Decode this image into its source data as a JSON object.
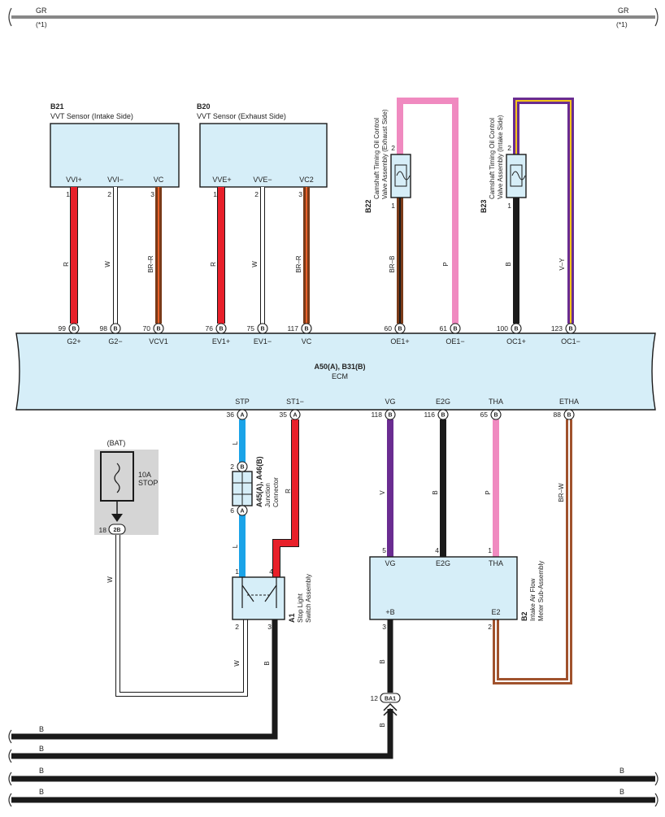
{
  "ground_bus_label": "GR",
  "ground_bus_note": "(*1)",
  "components": {
    "b21": {
      "code": "B21",
      "name": "VVT Sensor (Intake Side)",
      "terminals": [
        "VVI+",
        "VVI−",
        "VC"
      ],
      "pins": [
        "1",
        "2",
        "3"
      ]
    },
    "b20": {
      "code": "B20",
      "name": "VVT Sensor (Exhaust Side)",
      "terminals": [
        "VVE+",
        "VVE−",
        "VC2"
      ],
      "pins": [
        "1",
        "2",
        "3"
      ]
    },
    "b22": {
      "code": "B22",
      "name_line1": "Camshaft Timing Oil Control",
      "name_line2": "Valve Assembly (Exhaust Side)",
      "pins": [
        "2",
        "1"
      ]
    },
    "b23": {
      "code": "B23",
      "name_line1": "Camshaft Timing Oil Control",
      "name_line2": "Valve Assembly (Intake Side)",
      "pins": [
        "2",
        "1"
      ]
    },
    "ecm": {
      "code": "A50(A), B31(B)",
      "name": "ECM"
    },
    "fuse": {
      "source": "(BAT)",
      "rating": "10A",
      "name": "STOP",
      "pin": "18",
      "connector": "2B"
    },
    "junction": {
      "code": "A45(A), A46(B)",
      "name_line1": "Junction",
      "name_line2": "Connector",
      "pin_top": "2",
      "pin_top_conn": "B",
      "pin_bottom": "6",
      "pin_bottom_conn": "A"
    },
    "a1": {
      "code": "A1",
      "name_line1": "Stop Light",
      "name_line2": "Switch Assembly",
      "pins": [
        "1",
        "4",
        "2",
        "3"
      ]
    },
    "b2": {
      "code": "B2",
      "name_line1": "Intake Air Flow",
      "name_line2": "Meter Sub-Assembly",
      "terminals_top": [
        "VG",
        "E2G",
        "THA"
      ],
      "pins_top": [
        "5",
        "4",
        "1"
      ],
      "terminals_bottom": [
        "+B",
        "E2"
      ],
      "pins_bottom": [
        "3",
        "2"
      ]
    },
    "ba1": {
      "pin": "12",
      "connector": "BA1"
    }
  },
  "ecm_top_pins": [
    {
      "num": "99",
      "conn": "B",
      "name": "G2+",
      "wire": "R",
      "color": "#e8202a"
    },
    {
      "num": "98",
      "conn": "B",
      "name": "G2−",
      "wire": "W",
      "color": "#ffffff"
    },
    {
      "num": "70",
      "conn": "B",
      "name": "VCV1",
      "wire": "BR–R",
      "color": "#a0522d"
    },
    {
      "num": "76",
      "conn": "B",
      "name": "EV1+",
      "wire": "R",
      "color": "#e8202a"
    },
    {
      "num": "75",
      "conn": "B",
      "name": "EV1−",
      "wire": "W",
      "color": "#ffffff"
    },
    {
      "num": "117",
      "conn": "B",
      "name": "VC",
      "wire": "BR–R",
      "color": "#a0522d"
    },
    {
      "num": "60",
      "conn": "B",
      "name": "OE1+",
      "wire": "BR–B",
      "color": "#8b5a2b"
    },
    {
      "num": "61",
      "conn": "B",
      "name": "OE1−",
      "wire": "P",
      "color": "#f08ac0"
    },
    {
      "num": "100",
      "conn": "B",
      "name": "OC1+",
      "wire": "B",
      "color": "#1a1a1a"
    },
    {
      "num": "123",
      "conn": "B",
      "name": "OC1−",
      "wire": "V–Y",
      "color": "#6a2c91"
    }
  ],
  "ecm_bottom_pins": [
    {
      "num": "36",
      "conn": "A",
      "name": "STP",
      "wire": "L",
      "color": "#1aa3e8"
    },
    {
      "num": "35",
      "conn": "A",
      "name": "ST1−",
      "wire": "R",
      "color": "#e8202a"
    },
    {
      "num": "118",
      "conn": "B",
      "name": "VG",
      "wire": "V",
      "color": "#6a2c91"
    },
    {
      "num": "116",
      "conn": "B",
      "name": "E2G",
      "wire": "B",
      "color": "#1a1a1a"
    },
    {
      "num": "65",
      "conn": "B",
      "name": "THA",
      "wire": "P",
      "color": "#f08ac0"
    },
    {
      "num": "88",
      "conn": "B",
      "name": "ETHA",
      "wire": "BR–W",
      "color": "#a0522d"
    }
  ],
  "other_wires": {
    "fuse_to_switch": "W",
    "switch_ret": "W",
    "switch_gnd": "B",
    "junction_low": "L",
    "b2_pb": "B",
    "b2_pb_low": "B"
  },
  "ground_lines": [
    "B",
    "B",
    "B",
    "B"
  ]
}
